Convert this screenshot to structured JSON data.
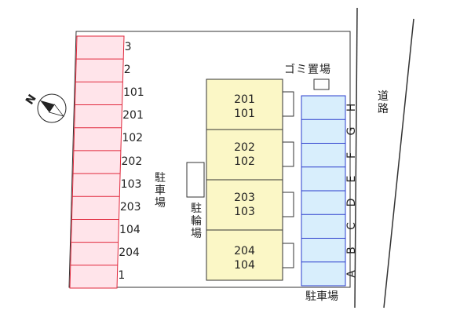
{
  "compass": {
    "north_label": "N"
  },
  "left_row_labels": [
    "3",
    "2",
    "101",
    "201",
    "102",
    "202",
    "103",
    "203",
    "104",
    "204",
    "1"
  ],
  "parking_label": [
    "駐",
    "車",
    "場"
  ],
  "bicycle_label": [
    "駐",
    "輪",
    "場"
  ],
  "garbage_label": "ゴミ置場",
  "road_label": [
    "道",
    "路"
  ],
  "bottom_parking_label": "駐車場",
  "right_row_letters": [
    "H",
    "G",
    "F",
    "E",
    "D",
    "C",
    "B",
    "A"
  ],
  "building_units": [
    [
      "201",
      "101"
    ],
    [
      "202",
      "102"
    ],
    [
      "203",
      "103"
    ],
    [
      "204",
      "104"
    ]
  ],
  "colors": {
    "left_parking_fill": "#ffe4ea",
    "left_parking_stroke": "#e0283c",
    "right_parking_fill": "#d8eefc",
    "right_parking_stroke": "#2a3ccc",
    "building_fill": "#fbf7c6"
  }
}
